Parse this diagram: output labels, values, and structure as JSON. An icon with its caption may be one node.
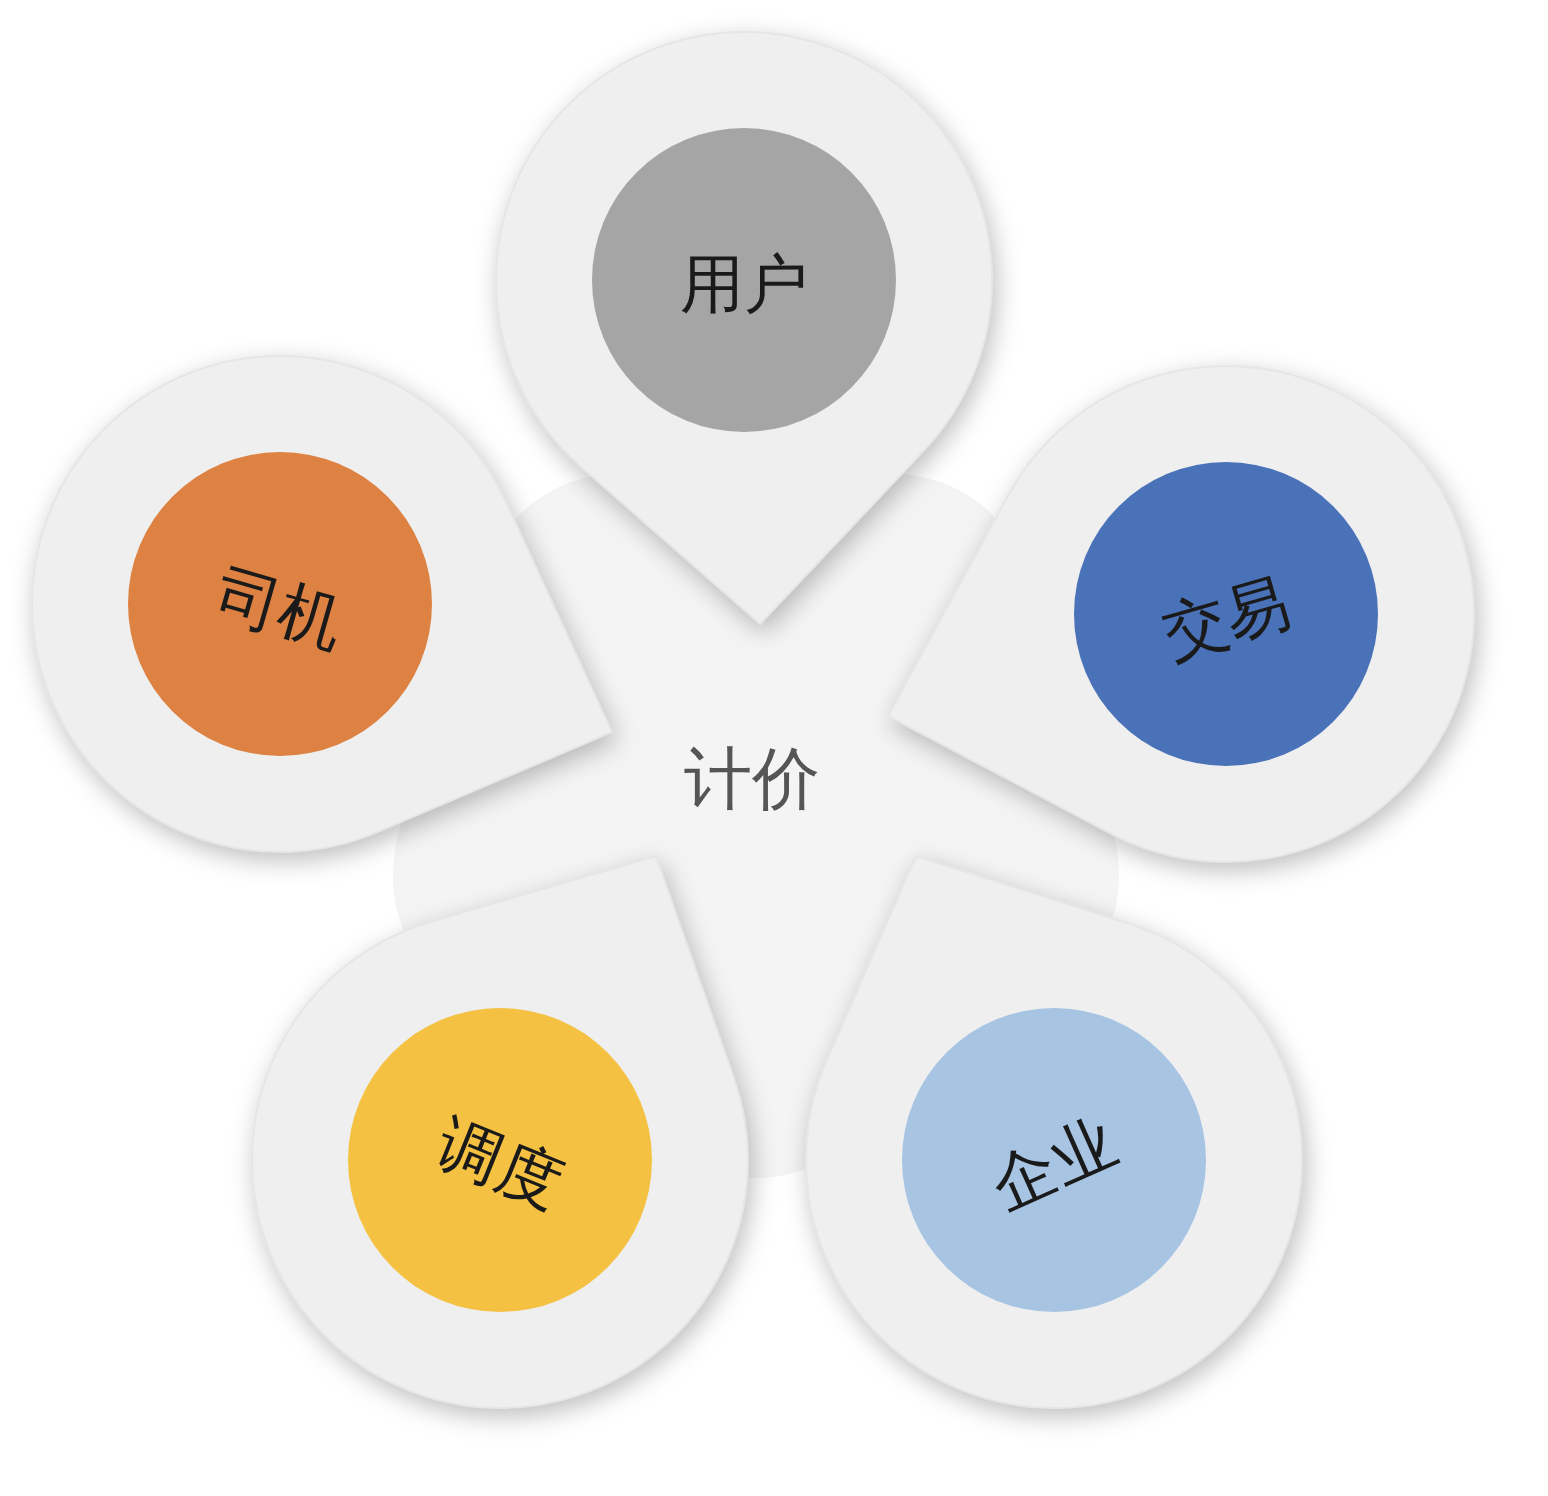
{
  "diagram": {
    "nodes": [
      {
        "text": [
          "计价"
        ]
      },
      {
        "text": [
          "用户"
        ]
      },
      {
        "text": [
          "交易"
        ]
      },
      {
        "text": [
          "企业"
        ]
      },
      {
        "text": [
          "调度"
        ]
      },
      {
        "text": [
          "司机"
        ]
      }
    ]
  }
}
